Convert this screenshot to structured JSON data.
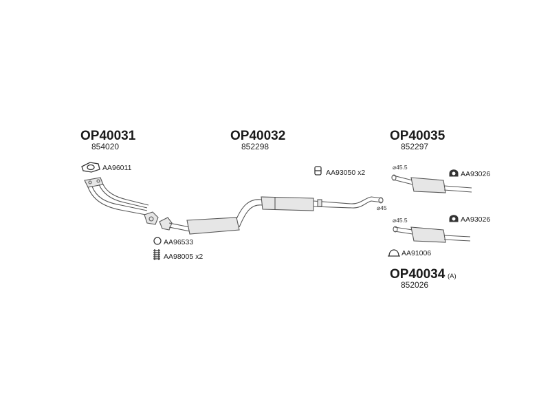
{
  "groups": [
    {
      "id": "OP40031",
      "code": "OP40031",
      "ref": "854020"
    },
    {
      "id": "OP40032",
      "code": "OP40032",
      "ref": "852298"
    },
    {
      "id": "OP40035",
      "code": "OP40035",
      "ref": "852297"
    },
    {
      "id": "OP40034",
      "code": "OP40034",
      "suffix": "(A)",
      "ref": "852026"
    }
  ],
  "parts": [
    {
      "label": "AA96011"
    },
    {
      "label": "AA96533"
    },
    {
      "label": "AA98005 x2"
    },
    {
      "label": "AA93050 x2"
    },
    {
      "label": "AA93026"
    },
    {
      "label": "AA93026"
    },
    {
      "label": "AA91006"
    }
  ],
  "dimensions": [
    "⌀45",
    "⌀45.5",
    "⌀45.5"
  ],
  "icons": [
    "gasket-icon",
    "ring-icon",
    "spring-icon",
    "hanger-icon",
    "rubber-mount-icon",
    "rubber-mount-icon",
    "clamp-icon"
  ]
}
